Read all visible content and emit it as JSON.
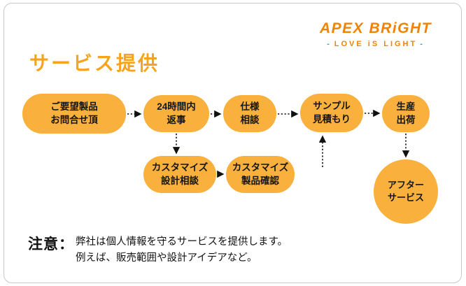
{
  "logo": {
    "title": "APEX BRiGHT",
    "tagline": "LOVE iS LIGHT",
    "dash": "-"
  },
  "page_title": "サービス提供",
  "flow": {
    "nodes": [
      {
        "id": "inquiry",
        "label": "ご要望製品\nお問合せ頂"
      },
      {
        "id": "reply-24h",
        "label": "24時間内\n返事"
      },
      {
        "id": "spec-consult",
        "label": "仕様\n相談"
      },
      {
        "id": "sample-quote",
        "label": "サンプル\n見積もり"
      },
      {
        "id": "production",
        "label": "生産\n出荷"
      },
      {
        "id": "custom-design",
        "label": "カスタマイズ\n設計相談"
      },
      {
        "id": "custom-confirm",
        "label": "カスタマイズ\n製品確認"
      },
      {
        "id": "after-service",
        "label": "アフター\nサービス"
      }
    ]
  },
  "note": {
    "label": "注意：",
    "line1": "弊社は個人情報を守るサービスを提供します。",
    "line2": "例えば、販売範囲や設計アイデアなど。"
  },
  "colors": {
    "shape_orange": "#f9b03c",
    "title_orange": "#f6a41d",
    "logo_orange": "#f08300",
    "teal": "#2fa8b5",
    "arrow_black": "#111111"
  }
}
